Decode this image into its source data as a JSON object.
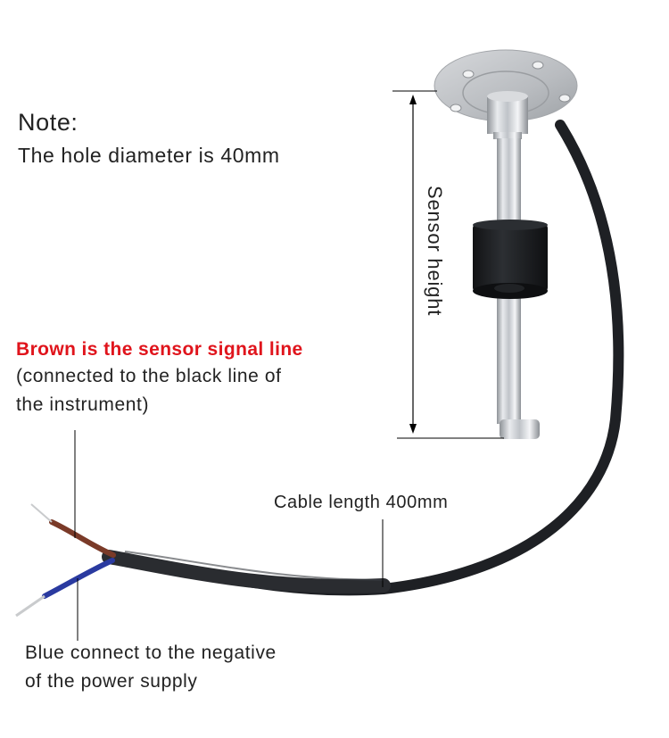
{
  "note": {
    "title": "Note:",
    "body": "The hole diameter is 40mm"
  },
  "brown_wire": {
    "title": "Brown is the sensor signal line",
    "description_line1": "(connected to the black line of",
    "description_line2": "the instrument)",
    "title_color": "#e0141c"
  },
  "sensor_dimension": {
    "label": "Sensor height"
  },
  "cable": {
    "label": "Cable length 400mm"
  },
  "blue_wire": {
    "description_line1": "Blue connect to the negative",
    "description_line2": "of the power supply"
  },
  "colors": {
    "brown_wire": "#7a3a28",
    "blue_wire": "#2a3aa0",
    "cable": "#1e2024",
    "float": "#1b1d20",
    "steel": "#c8cbcf"
  }
}
